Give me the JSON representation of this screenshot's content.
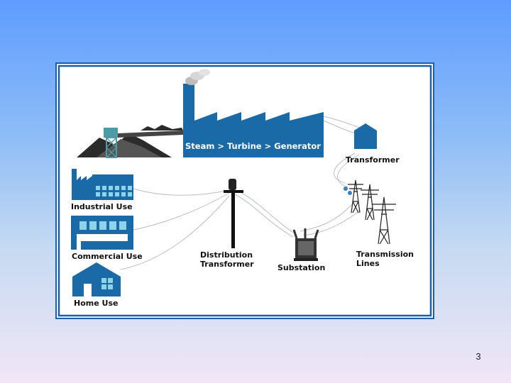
{
  "slide": {
    "page_number": "3"
  },
  "diagram": {
    "labels": {
      "plant": "Steam > Turbine > Generator",
      "transformer": "Transformer",
      "industrial": "Industrial Use",
      "commercial": "Commercial Use",
      "home": "Home Use",
      "distribution_line1": "Distribution",
      "distribution_line2": "Transformer",
      "substation": "Substation",
      "transmission_line1": "Transmission",
      "transmission_line2": "Lines"
    },
    "colors": {
      "primary_blue": "#1a6aa8",
      "frame_blue": "#1d5fa6",
      "window_cyan": "#8fd3e8",
      "coal_dark": "#2b2b2b",
      "teal_structure": "#4e9aa7"
    },
    "icons": [
      "power-plant-icon",
      "coal-pile-icon",
      "conveyor-icon",
      "transformer-icon",
      "transmission-tower-icon",
      "substation-icon",
      "utility-pole-icon",
      "industrial-building-icon",
      "commercial-building-icon",
      "house-icon"
    ]
  }
}
